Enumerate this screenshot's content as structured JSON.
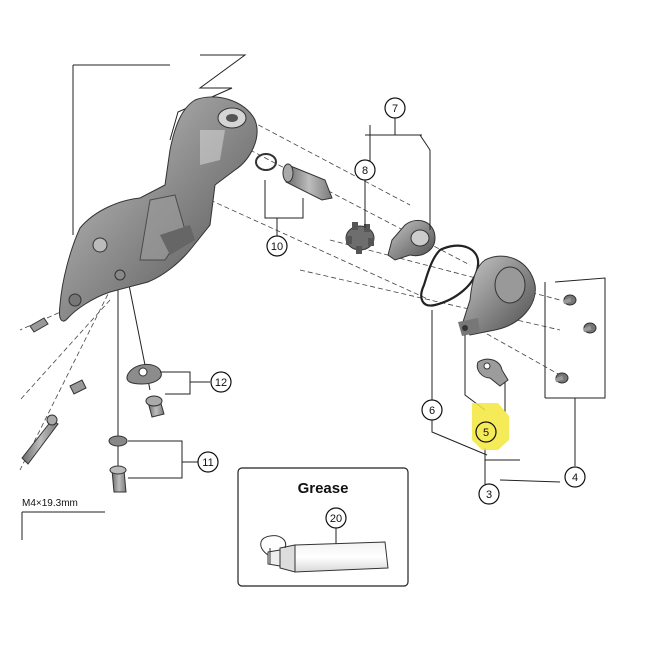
{
  "callouts": {
    "c7": "7",
    "c8": "8",
    "c10": "10",
    "c12": "12",
    "c11": "11",
    "c6": "6",
    "c5": "5",
    "c3": "3",
    "c4": "4",
    "c20": "20"
  },
  "grease_box": {
    "title": "Grease"
  },
  "spec_label": "M4×19.3mm",
  "highlight_color": "#f3e63a"
}
